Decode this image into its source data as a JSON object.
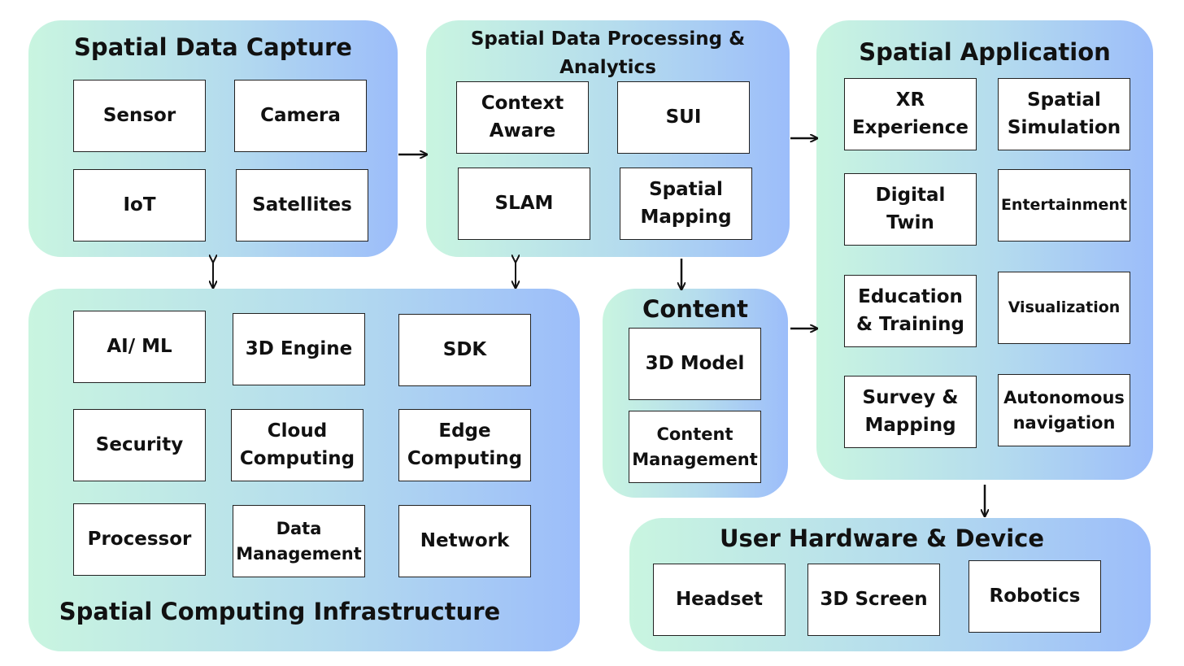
{
  "capture": {
    "title": "Spatial Data Capture",
    "boxes": [
      "Sensor",
      "Camera",
      "IoT",
      "Satellites"
    ]
  },
  "processing": {
    "title": "Spatial Data Processing &\nAnalytics",
    "boxes": [
      "Context\nAware",
      "SUI",
      "SLAM",
      "Spatial\nMapping"
    ]
  },
  "application": {
    "title": "Spatial Application",
    "boxes": [
      "XR\nExperience",
      "Spatial\nSimulation",
      "Digital\nTwin",
      "Entertainment",
      "Education\n& Training",
      "Visualization",
      "Survey &\nMapping",
      "Autonomous\nnavigation"
    ]
  },
  "infrastructure": {
    "title": "Spatial Computing Infrastructure",
    "boxes": [
      "AI/ ML",
      "3D Engine",
      "SDK",
      "Security",
      "Cloud\nComputing",
      "Edge\nComputing",
      "Processor",
      "Data\nManagement",
      "Network"
    ]
  },
  "content": {
    "title": "Content",
    "boxes": [
      "3D Model",
      "Content\nManagement"
    ]
  },
  "hardware": {
    "title": "User Hardware & Device",
    "boxes": [
      "Headset",
      "3D Screen",
      "Robotics"
    ]
  }
}
